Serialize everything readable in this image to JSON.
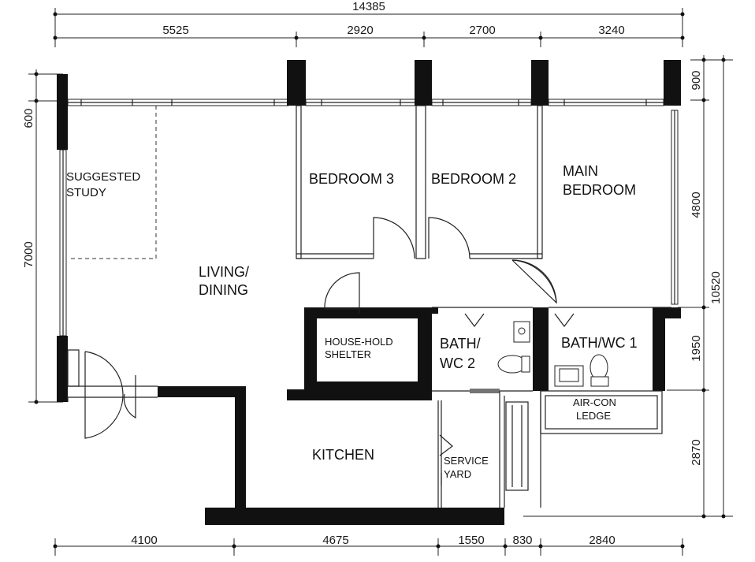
{
  "plan": {
    "dimensions": {
      "top_overall": "14385",
      "top": [
        "5525",
        "2920",
        "2700",
        "3240"
      ],
      "bottom": [
        "4100",
        "4675",
        "1550",
        "830",
        "2840"
      ],
      "left": [
        "600",
        "7000"
      ],
      "right": [
        "900",
        "4800",
        "1950",
        "2870"
      ],
      "right_overall": "10520"
    },
    "rooms": {
      "suggested_study": [
        "SUGGESTED",
        "STUDY"
      ],
      "bedroom_3": "BEDROOM 3",
      "bedroom_2": "BEDROOM 2",
      "main_bedroom": [
        "MAIN",
        "BEDROOM"
      ],
      "living_dining": [
        "LIVING/",
        "DINING"
      ],
      "household_shelter": [
        "HOUSE-HOLD",
        "SHELTER"
      ],
      "bath_wc2": [
        "BATH/",
        "WC 2"
      ],
      "bath_wc1": "BATH/WC 1",
      "aircon_ledge": [
        "AIR-CON",
        "LEDGE"
      ],
      "kitchen": "KITCHEN",
      "service_yard": [
        "SERVICE",
        "YARD"
      ]
    }
  }
}
